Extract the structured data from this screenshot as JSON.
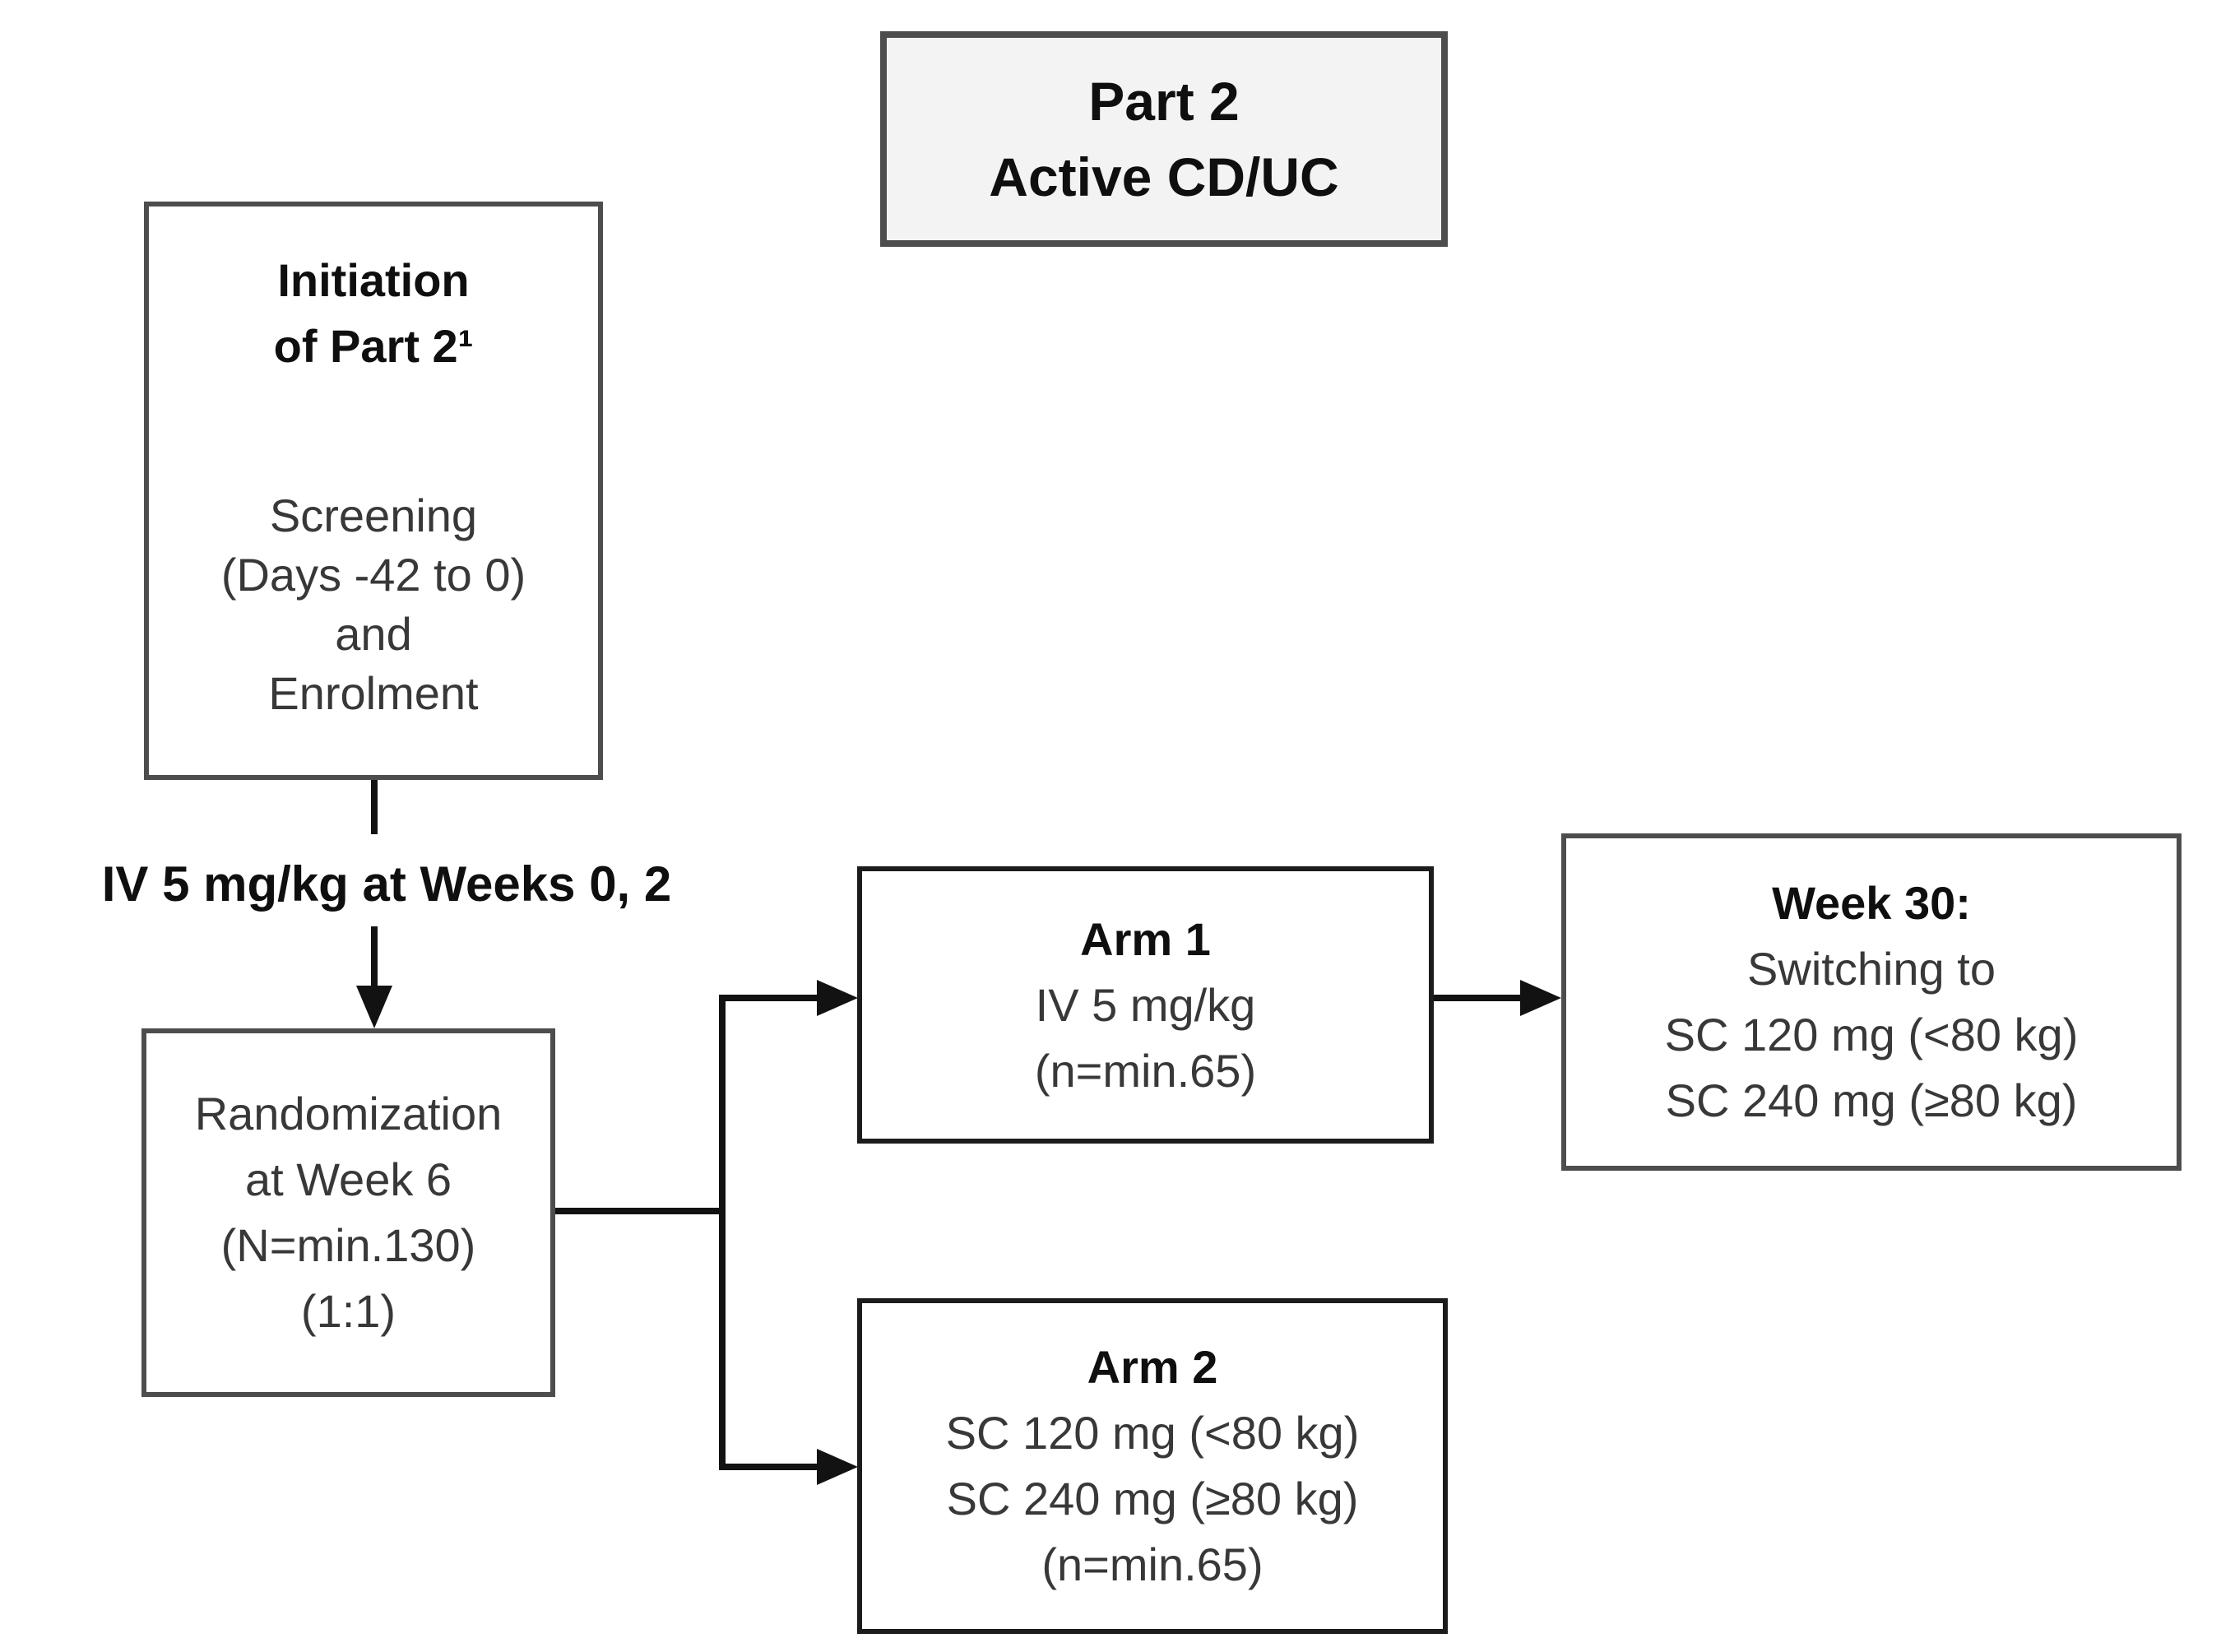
{
  "header_box": {
    "line1": "Part 2",
    "line2": "Active CD/UC"
  },
  "initiation_box": {
    "title_line1": "Initiation",
    "title_line2": "of Part 2¹",
    "body_line1": "Screening",
    "body_line2": "(Days -42 to 0)",
    "body_line3": "and",
    "body_line4": "Enrolment"
  },
  "iv_label": "IV 5 mg/kg at Weeks 0, 2",
  "randomization_box": {
    "line1": "Randomization",
    "line2": "at Week 6",
    "line3": "(N=min.130)",
    "line4": "(1:1)"
  },
  "arm1_box": {
    "title": "Arm 1",
    "line1": "IV 5 mg/kg",
    "line2": "(n=min.65)"
  },
  "arm2_box": {
    "title": "Arm 2",
    "line1": "SC 120 mg (<80 kg)",
    "line2": "SC 240 mg (≥80 kg)",
    "line3": "(n=min.65)"
  },
  "week30_box": {
    "title": "Week 30:",
    "line1": "Switching to",
    "line2": "SC 120 mg (<80 kg)",
    "line3": "SC 240 mg (≥80 kg)"
  },
  "colors": {
    "line": "#121212",
    "border_gray": "#4d4d4d",
    "border_dark": "#1c1c1c",
    "header_fill": "#f3f3f3",
    "text_bold": "#0f0f0f",
    "text_body": "#383838",
    "canvas_bg": "#ffffff"
  }
}
